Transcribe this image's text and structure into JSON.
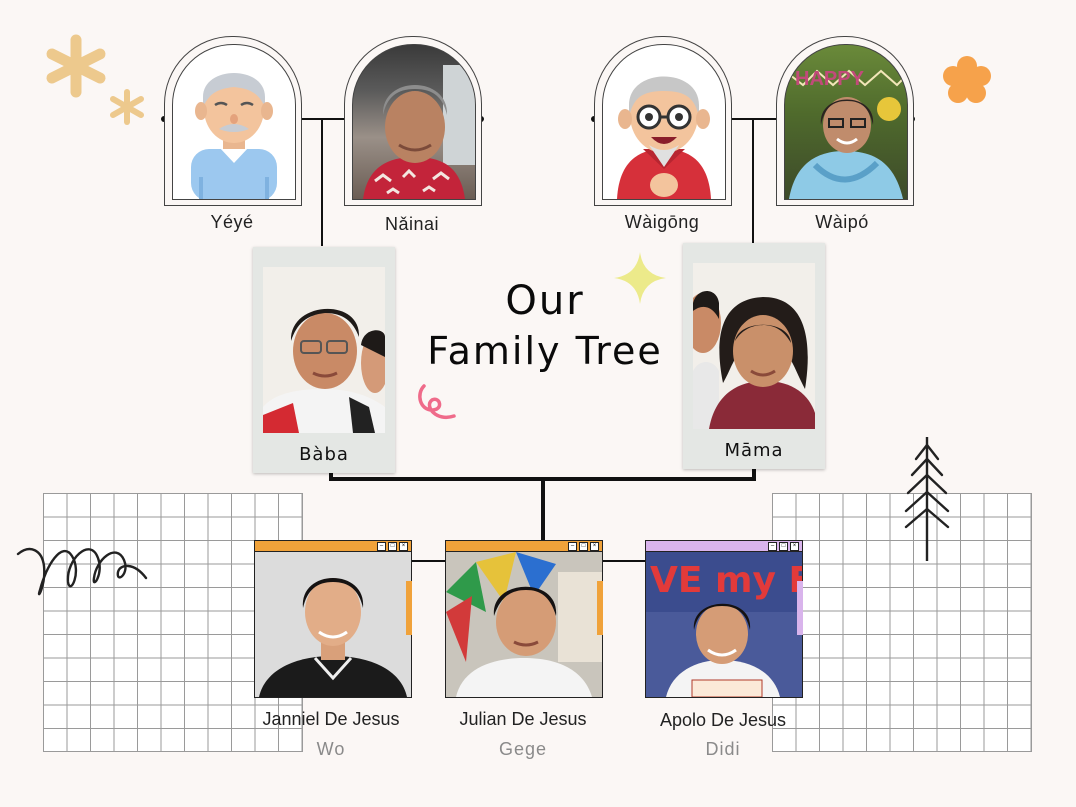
{
  "title": {
    "line1": "Our",
    "line2": "Family Tree"
  },
  "grandparents": [
    {
      "label": "Yéyé"
    },
    {
      "label": "Nǎinai"
    },
    {
      "label": "Wàigōng"
    },
    {
      "label": "Wàipó"
    }
  ],
  "parents": [
    {
      "label": "Bàba"
    },
    {
      "label": "Māma"
    }
  ],
  "children": [
    {
      "name": "Janniel De Jesus",
      "role": "Wo",
      "accent": "#f0a23a"
    },
    {
      "name": "Julian De Jesus",
      "role": "Gege",
      "accent": "#f0a23a"
    },
    {
      "name": "Apolo De Jesus",
      "role": "Didi",
      "accent": "#d9b4ec"
    }
  ],
  "photo_text": {
    "banner": "HAPPY",
    "sign": "VE my F"
  },
  "colors": {
    "background": "#fbf7f5",
    "star_gold": "#edc98d",
    "flower_orange": "#f6a24b",
    "sparkle_yellow": "#ecea8a",
    "squiggle_pink": "#ef6b8a"
  }
}
